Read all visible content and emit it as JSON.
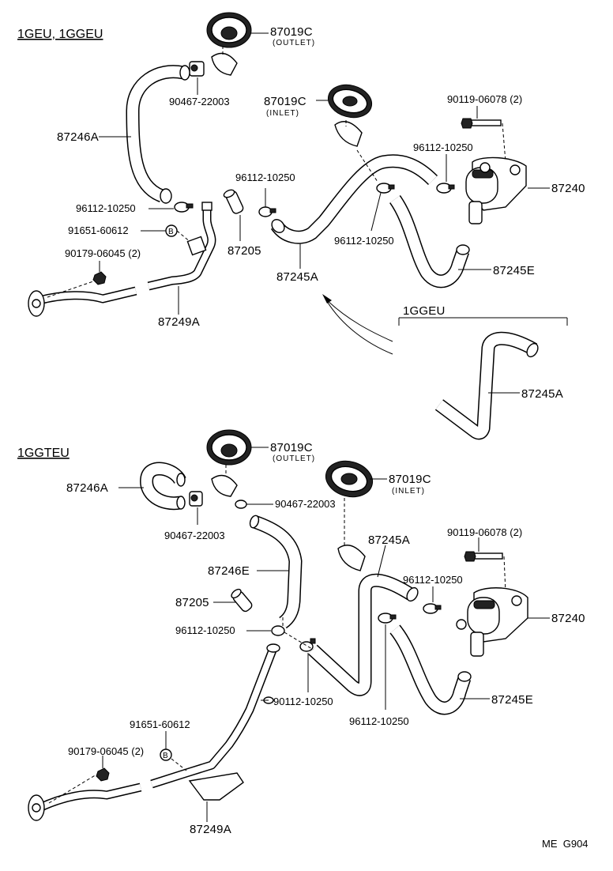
{
  "sections": {
    "top": "1GEU, 1GGEU",
    "variant": "1GGEU",
    "bottom": "1GGTEU"
  },
  "labels": {
    "grommet_outlet": "87019C",
    "outlet": "(OUTLET)",
    "grommet_inlet": "87019C",
    "inlet": "(INLET)",
    "clamp_90467": "90467-22003",
    "bolt": "90119-06078 (2)",
    "clip_96112": "96112-10250",
    "hose_87246a": "87246A",
    "pump_87240": "87240",
    "pipe_87205": "87205",
    "hose_87245a": "87245A",
    "hose_87245e": "87245E",
    "gasket_91651": "91651-60612",
    "nut_90179": "90179-06045 (2)",
    "pipe_87249a": "87249A",
    "hose_87246e": "87246E",
    "clip_90112": "90112-10250"
  },
  "footer": {
    "code": "ME  G904"
  }
}
